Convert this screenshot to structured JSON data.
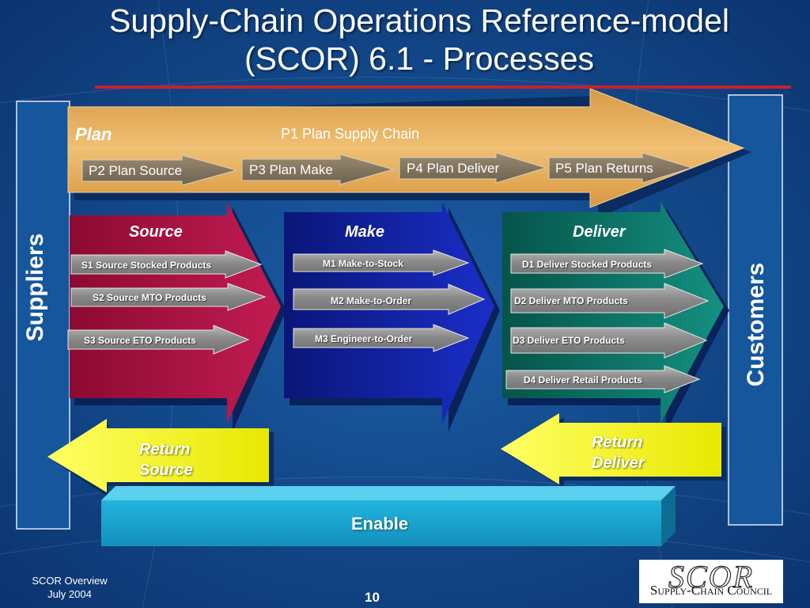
{
  "title": {
    "line1": "Supply-Chain Operations Reference-model",
    "line2": "(SCOR) 6.1 - Processes"
  },
  "suppliers_label": "Suppliers",
  "customers_label": "Customers",
  "plan": {
    "title": "Plan",
    "p1": "P1  Plan Supply Chain",
    "items": [
      "P2  Plan Source",
      "P3  Plan Make",
      "P4  Plan Deliver",
      "P5  Plan Returns"
    ]
  },
  "source": {
    "title": "Source",
    "items": [
      "S1  Source Stocked Products",
      "S2  Source MTO Products",
      "S3  Source ETO Products"
    ]
  },
  "make": {
    "title": "Make",
    "items": [
      "M1  Make-to-Stock",
      "M2  Make-to-Order",
      "M3  Engineer-to-Order"
    ]
  },
  "deliver": {
    "title": "Deliver",
    "items": [
      "D1  Deliver Stocked Products",
      "D2  Deliver MTO Products",
      "D3 Deliver ETO Products",
      "D4  Deliver Retail Products"
    ]
  },
  "return_source": {
    "line1": "Return",
    "line2": "Source"
  },
  "return_deliver": {
    "line1": "Return",
    "line2": "Deliver"
  },
  "enable": "Enable",
  "footer": {
    "line1": "SCOR Overview",
    "line2": "July 2004"
  },
  "page_number": "10",
  "logo": {
    "big": "SCOR",
    "small": "Supply-Chain Council"
  },
  "colors": {
    "background": "#134a8c",
    "plan_arrow": "#e0aa55",
    "source_block": "#8c0a30",
    "make_block": "#1020a0",
    "deliver_block": "#0b6a5a",
    "return_arrow": "#ffff00",
    "enable_bar": "#1aa3cc",
    "title_rule": "#c8202c"
  }
}
